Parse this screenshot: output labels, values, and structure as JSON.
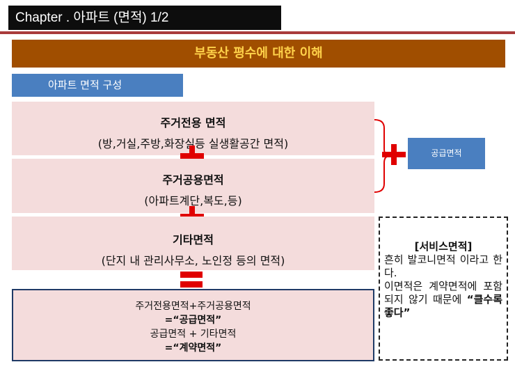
{
  "chapter": {
    "title": "Chapter . 아파트 (면적) 1/2"
  },
  "title": "부동산 평수에 대한 이해",
  "section": "아파트 면적 구성",
  "boxes": [
    {
      "head": "주거전용 면적",
      "sub": "(방,거실,주방,화장실등 실생활공간 면적)"
    },
    {
      "head": "주거공용면적",
      "sub": "(아파트계단,복도,등)"
    },
    {
      "head": "기타면적",
      "sub": "(단지 내 관리사무소, 노인정 등의 면적)"
    }
  ],
  "result": {
    "line1": "주거전용면적+주거공용면적",
    "line2": "=“공급면적”",
    "line3": "공급면적 + 기타면적",
    "line4": "=“계약면적”"
  },
  "supply_label": "공급면적",
  "service": {
    "title": "[서비스면적]",
    "p1": "흔히 발코니면적 이라고 한다.",
    "p2": "이면적은 계약면적에 포함되지 않기 때문에",
    "p2_strong": "“클수록 좋다”"
  },
  "colors": {
    "title_bg": "#a04e00",
    "title_text": "#ffd24a",
    "tag_blue": "#4a7fc0",
    "box_pink": "#f4dcdc",
    "accent_red": "#e00000",
    "rule_red": "#a93b3b"
  }
}
